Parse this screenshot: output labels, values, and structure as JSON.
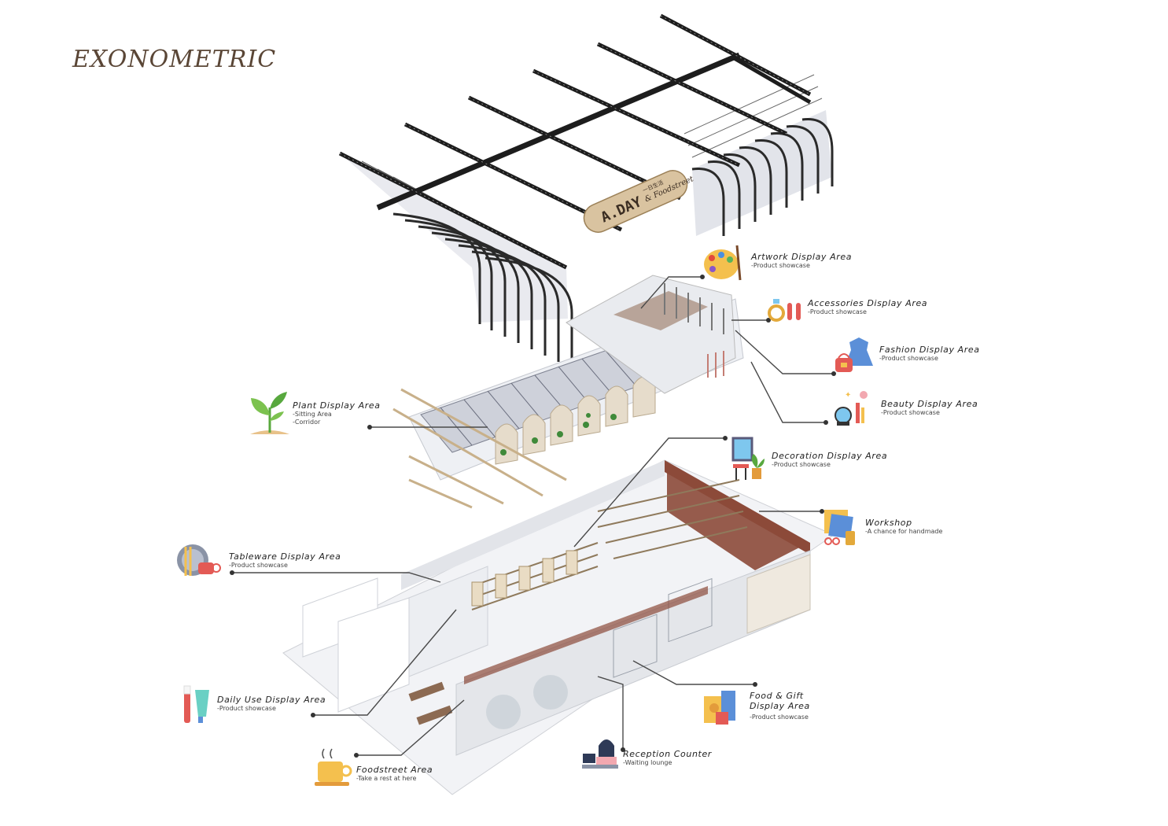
{
  "title": "EXONOMETRIC",
  "sign": {
    "main": "A.DAY",
    "script": "& Foodstreet",
    "small": "一日生活"
  },
  "labels": {
    "artwork": {
      "title": "Artwork Display Area",
      "sub": [
        "-Product showcase"
      ]
    },
    "accessories": {
      "title": "Accessories Display Area",
      "sub": [
        "-Product showcase"
      ]
    },
    "fashion": {
      "title": "Fashion Display Area",
      "sub": [
        "-Product showcase"
      ]
    },
    "beauty": {
      "title": "Beauty Display Area",
      "sub": [
        "-Product showcase"
      ]
    },
    "plant": {
      "title": "Plant Display Area",
      "sub": [
        "-Sitting Area",
        "-Corridor"
      ]
    },
    "decoration": {
      "title": "Decoration Display Area",
      "sub": [
        "-Product showcase"
      ]
    },
    "workshop": {
      "title": "Workshop",
      "sub": [
        "-A chance for handmade"
      ]
    },
    "tableware": {
      "title": "Tableware Display Area",
      "sub": [
        "-Product showcase"
      ]
    },
    "foodgift": {
      "title": "Food & Gift",
      "title2": "Display Area",
      "sub": [
        "-Product showcase"
      ]
    },
    "dailyuse": {
      "title": "Daily Use Display Area",
      "sub": [
        "-Product showcase"
      ]
    },
    "reception": {
      "title": "Reception Counter",
      "sub": [
        "-Waiting lounge"
      ]
    },
    "foodstreet": {
      "title": "Foodstreet Area",
      "sub": [
        "-Take a rest at here"
      ]
    }
  },
  "colors": {
    "title": "#5a4636",
    "frame": "#1d1d1d",
    "glass": "#c9ccd6",
    "brick": "#8c4a3a",
    "wall": "#eef0f4",
    "wood": "#d9c3a0"
  }
}
